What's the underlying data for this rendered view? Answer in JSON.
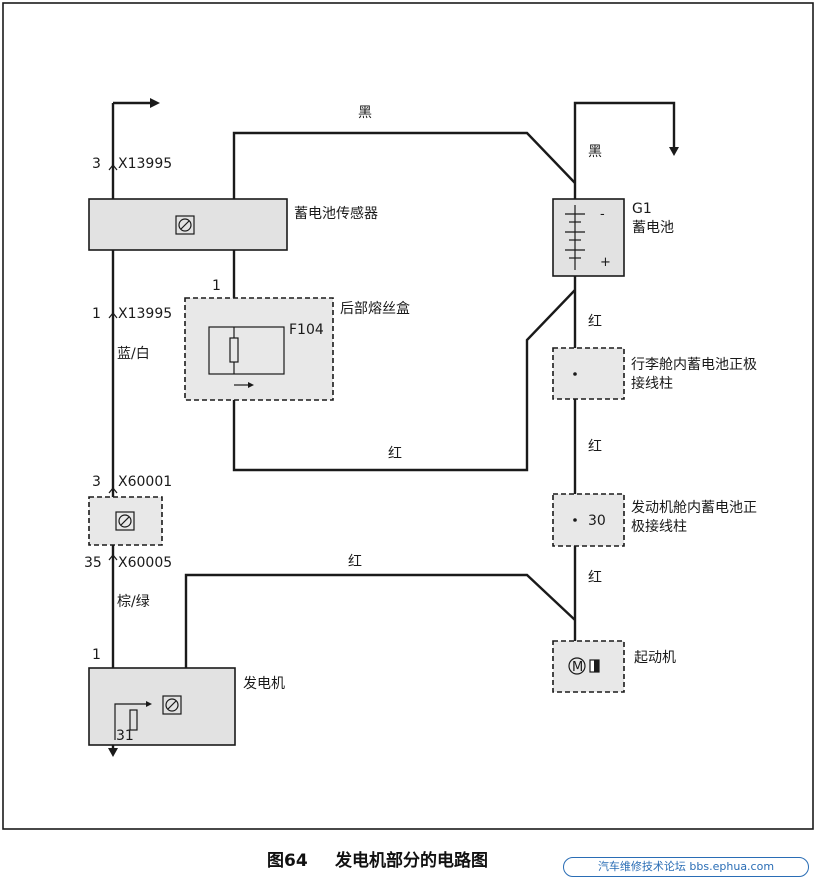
{
  "caption": {
    "figure_no": "图64",
    "title": "发电机部分的电路图"
  },
  "watermark": "汽车维修技术论坛 bbs.ephua.com",
  "components": {
    "battery_sensor": "蓄电池传感器",
    "battery_id": "G1",
    "battery": "蓄电池",
    "battery_minus": "-",
    "battery_plus": "+",
    "rear_fuse_box": "后部熔丝盒",
    "fuse": "F104",
    "trunk_terminal": "行李舱内蓄电池正极接线柱",
    "trunk_terminal_line1": "行李舱内蓄电池正极",
    "trunk_terminal_line2": "接线柱",
    "engine_terminal_line1": "发动机舱内蓄电池正",
    "engine_terminal_line2": "极接线柱",
    "terminal_30": "30",
    "starter": "起动机",
    "alternator": "发电机",
    "alternator_pin": "31"
  },
  "connectors": [
    {
      "pin": "3",
      "id": "X13995"
    },
    {
      "pin": "1",
      "id": "X13995"
    },
    {
      "pin": "3",
      "id": "X60001"
    },
    {
      "pin": "35",
      "id": "X60005"
    },
    {
      "pin": "1",
      "id": ""
    }
  ],
  "fuse_pin": "1",
  "wire_colors": {
    "top_black": "黑",
    "battery_black": "黑",
    "blue_white": "蓝/白",
    "brown_green": "棕/绿",
    "red_fuse": "红",
    "red_1": "红",
    "red_2": "红",
    "red_3": "红",
    "red_alternator": "红"
  }
}
